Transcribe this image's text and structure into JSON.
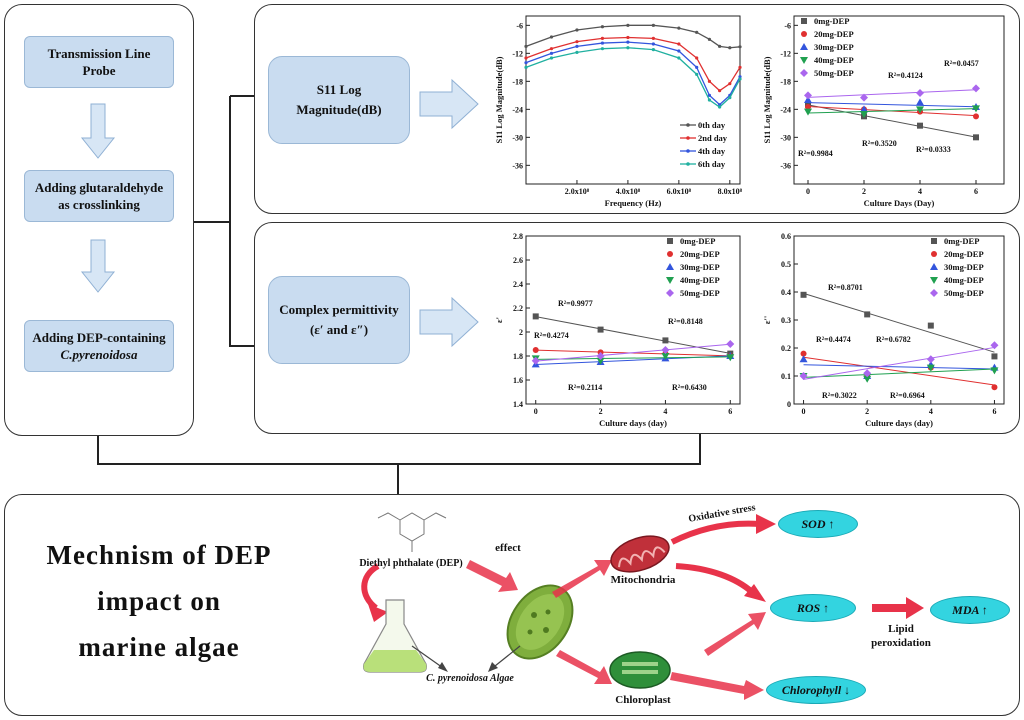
{
  "workflow": {
    "step1": "Transmission Line Probe",
    "step2_a": "Adding glutaraldehyde",
    "step2_b": "as crosslinking",
    "step3_a": "Adding DEP-containing",
    "step3_b": "C.pyrenoidosa"
  },
  "measurements": {
    "s11_a": "S11 Log",
    "s11_b": "Magnitude(dB)",
    "perm_a": "Complex permittivity",
    "perm_b": "(ε′ and ε″)"
  },
  "mechanism": {
    "title_1": "Mechnism of DEP",
    "title_2": "impact on",
    "title_3": "marine algae",
    "chem_label": "Diethyl phthalate (DEP)",
    "effect": "effect",
    "algae": "C. pyrenoidosa Algae",
    "mitochondria": "Mitochondria",
    "chloroplast": "Chloroplast",
    "oxidative": "Oxidative stress",
    "sod": "SOD ↑",
    "ros": "ROS ↑",
    "mda": "MDA ↑",
    "chlorophyll": "Chlorophyll ↓",
    "lipid_1": "Lipid",
    "lipid_2": "peroxidation"
  },
  "colors": {
    "panel_fill": "#c9dcf0",
    "cyan_tag": "#33d4e0",
    "red_arrow": "#e8334a"
  },
  "chart_data": [
    {
      "id": "s11_freq",
      "type": "line",
      "xlabel": "Frequency (Hz)",
      "ylabel": "S11 Log Magnitude(dB)",
      "xlim": [
        0,
        840000000.0
      ],
      "ylim": [
        -40,
        -4
      ],
      "xticks": [
        200000000.0,
        400000000.0,
        600000000.0,
        800000000.0
      ],
      "xtick_labels": [
        "2.0x10⁸",
        "4.0x10⁸",
        "6.0x10⁸",
        "8.0x10⁸"
      ],
      "yticks": [
        -6,
        -12,
        -18,
        -24,
        -30,
        -36
      ],
      "legend_position": "bottom-right",
      "x": [
        0,
        100000000.0,
        200000000.0,
        300000000.0,
        400000000.0,
        500000000.0,
        600000000.0,
        670000000.0,
        720000000.0,
        760000000.0,
        800000000.0,
        840000000.0
      ],
      "series": [
        {
          "name": "0th day",
          "color": "#555555",
          "values": [
            -10.5,
            -8.5,
            -7.0,
            -6.3,
            -6.0,
            -6.0,
            -6.6,
            -7.5,
            -9.0,
            -10.5,
            -10.8,
            -10.6
          ]
        },
        {
          "name": "2nd day",
          "color": "#e03030",
          "values": [
            -13.0,
            -11.0,
            -9.5,
            -8.8,
            -8.6,
            -8.8,
            -10.0,
            -13.0,
            -18.0,
            -20.0,
            -18.5,
            -15.0
          ]
        },
        {
          "name": "4th day",
          "color": "#3355dd",
          "values": [
            -14.0,
            -12.0,
            -10.5,
            -9.8,
            -9.6,
            -10.0,
            -11.5,
            -15.0,
            -21.0,
            -23.0,
            -21.0,
            -17.0
          ]
        },
        {
          "name": "6th day",
          "color": "#20b0a0",
          "values": [
            -15.0,
            -13.0,
            -11.8,
            -11.0,
            -10.8,
            -11.2,
            -13.0,
            -16.5,
            -22.0,
            -23.5,
            -21.5,
            -17.5
          ]
        }
      ]
    },
    {
      "id": "s11_days",
      "type": "scatter",
      "xlabel": "Culture Days (Day)",
      "ylabel": "S11 Log Magnitude(dB)",
      "xlim": [
        -0.5,
        7
      ],
      "ylim": [
        -40,
        -4
      ],
      "xticks": [
        0,
        2,
        4,
        6
      ],
      "yticks": [
        -6,
        -12,
        -18,
        -24,
        -30,
        -36
      ],
      "legend_position": "top-right",
      "x": [
        0,
        2,
        4,
        6
      ],
      "series": [
        {
          "name": "0mg-DEP",
          "color": "#555555",
          "marker": "square",
          "values": [
            -23.0,
            -25.5,
            -27.5,
            -30.0
          ]
        },
        {
          "name": "20mg-DEP",
          "color": "#e03030",
          "marker": "circle",
          "values": [
            -23.5,
            -24.0,
            -24.5,
            -25.5
          ]
        },
        {
          "name": "30mg-DEP",
          "color": "#3355dd",
          "marker": "triangle",
          "values": [
            -22.0,
            -24.0,
            -22.5,
            -23.5
          ]
        },
        {
          "name": "40mg-DEP",
          "color": "#20a050",
          "marker": "triangle-down",
          "values": [
            -24.5,
            -25.0,
            -24.0,
            -23.8
          ]
        },
        {
          "name": "50mg-DEP",
          "color": "#aa66ee",
          "marker": "diamond",
          "values": [
            -21.0,
            -21.5,
            -20.5,
            -19.5
          ]
        }
      ],
      "annotations": [
        "R²=0.9984",
        "R²=0.3520",
        "R²=0.0333",
        "R²=0.4124",
        "R²=0.0457"
      ]
    },
    {
      "id": "eps_real",
      "type": "scatter",
      "xlabel": "Culture days (day)",
      "ylabel": "ε'",
      "xlim": [
        -0.3,
        6.3
      ],
      "ylim": [
        1.4,
        2.8
      ],
      "xticks": [
        0,
        2,
        4,
        6
      ],
      "yticks": [
        1.4,
        1.6,
        1.8,
        2.0,
        2.2,
        2.4,
        2.6,
        2.8
      ],
      "legend_position": "top-right",
      "x": [
        0,
        2,
        4,
        6
      ],
      "series": [
        {
          "name": "0mg-DEP",
          "color": "#555555",
          "marker": "square",
          "values": [
            2.13,
            2.02,
            1.93,
            1.82
          ]
        },
        {
          "name": "20mg-DEP",
          "color": "#e03030",
          "marker": "circle",
          "values": [
            1.85,
            1.83,
            1.82,
            1.8
          ]
        },
        {
          "name": "30mg-DEP",
          "color": "#3355dd",
          "marker": "triangle",
          "values": [
            1.73,
            1.75,
            1.78,
            1.8
          ]
        },
        {
          "name": "40mg-DEP",
          "color": "#20a050",
          "marker": "triangle-down",
          "values": [
            1.78,
            1.76,
            1.8,
            1.79
          ]
        },
        {
          "name": "50mg-DEP",
          "color": "#aa66ee",
          "marker": "diamond",
          "values": [
            1.76,
            1.8,
            1.85,
            1.9
          ]
        }
      ],
      "annotations": [
        "R²=0.9977",
        "R²=0.4274",
        "R²=0.8148",
        "R²=0.2114",
        "R²=0.6430"
      ]
    },
    {
      "id": "eps_imag",
      "type": "scatter",
      "xlabel": "Culture days (day)",
      "ylabel": "ε''",
      "xlim": [
        -0.3,
        6.3
      ],
      "ylim": [
        0.0,
        0.6
      ],
      "xticks": [
        0,
        2,
        4,
        6
      ],
      "yticks": [
        0.0,
        0.1,
        0.2,
        0.3,
        0.4,
        0.5,
        0.6
      ],
      "legend_position": "top-right",
      "x": [
        0,
        2,
        4,
        6
      ],
      "series": [
        {
          "name": "0mg-DEP",
          "color": "#555555",
          "marker": "square",
          "values": [
            0.39,
            0.32,
            0.28,
            0.17
          ]
        },
        {
          "name": "20mg-DEP",
          "color": "#e03030",
          "marker": "circle",
          "values": [
            0.18,
            0.1,
            0.13,
            0.06
          ]
        },
        {
          "name": "30mg-DEP",
          "color": "#3355dd",
          "marker": "triangle",
          "values": [
            0.16,
            0.1,
            0.14,
            0.13
          ]
        },
        {
          "name": "40mg-DEP",
          "color": "#20a050",
          "marker": "triangle-down",
          "values": [
            0.1,
            0.09,
            0.13,
            0.12
          ]
        },
        {
          "name": "50mg-DEP",
          "color": "#aa66ee",
          "marker": "diamond",
          "values": [
            0.1,
            0.11,
            0.16,
            0.21
          ]
        }
      ],
      "annotations": [
        "R²=0.8701",
        "R²=0.4474",
        "R²=0.6782",
        "R²=0.3022",
        "R²=0.6964"
      ]
    }
  ]
}
